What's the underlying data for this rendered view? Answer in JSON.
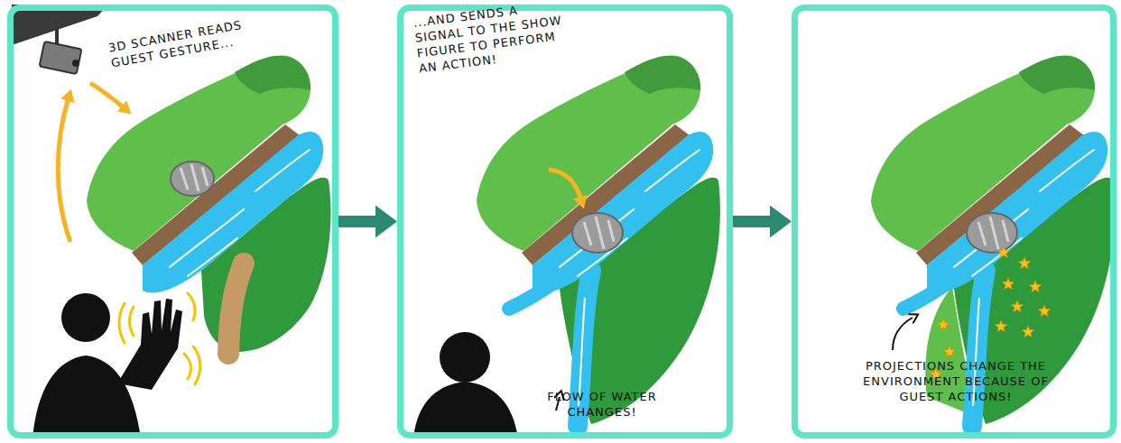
{
  "diagram": {
    "nodes": [
      {
        "text": [
          "3D SCANNER READS GUEST GESTURE..."
        ]
      },
      {
        "text": [
          "...AND SENDS A SIGNAL TO THE SHOW FIGURE TO PERFORM AN ACTION!",
          "FLOW OF WATER CHANGES!"
        ]
      },
      {
        "text": [
          "PROJECTIONS CHANGE THE ENVIRONMENT BECAUSE OF GUEST ACTIONS!"
        ]
      }
    ],
    "edges": [
      {
        "from": 0,
        "to": 1,
        "arrow": "to"
      },
      {
        "from": 1,
        "to": 2,
        "arrow": "to"
      }
    ]
  }
}
